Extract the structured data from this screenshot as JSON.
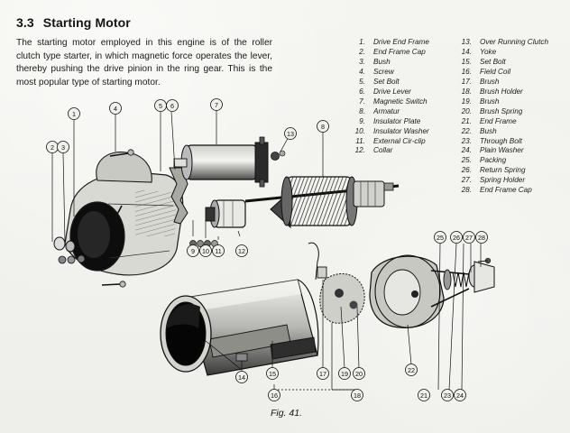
{
  "section": {
    "number": "3.3",
    "title": "Starting Motor"
  },
  "intro": "The starting motor employed in this engine is of the roller clutch type starter, in which magnetic force operates the lever, thereby pushing the drive pinion in the ring gear. This is the most popular type of starting motor.",
  "parts_left": [
    {
      "num": "1.",
      "name": "Drive End Frame"
    },
    {
      "num": "2.",
      "name": "End Frame Cap"
    },
    {
      "num": "3.",
      "name": "Bush"
    },
    {
      "num": "4.",
      "name": "Screw"
    },
    {
      "num": "5.",
      "name": "Set Bolt"
    },
    {
      "num": "6.",
      "name": "Drive Lever"
    },
    {
      "num": "7.",
      "name": "Magnetic Switch"
    },
    {
      "num": "8.",
      "name": "Armatur"
    },
    {
      "num": "9.",
      "name": "Insulator Plate"
    },
    {
      "num": "10.",
      "name": "Insulator Washer"
    },
    {
      "num": "11.",
      "name": "External Cir-clip"
    },
    {
      "num": "12.",
      "name": "Collar"
    }
  ],
  "parts_right": [
    {
      "num": "13.",
      "name": "Over Running Clutch"
    },
    {
      "num": "14.",
      "name": "Yoke"
    },
    {
      "num": "15.",
      "name": "Set Bolt"
    },
    {
      "num": "16.",
      "name": "Field Coil"
    },
    {
      "num": "17.",
      "name": "Brush"
    },
    {
      "num": "18.",
      "name": "Brush Holder"
    },
    {
      "num": "19.",
      "name": "Brush"
    },
    {
      "num": "20.",
      "name": "Brush Spring"
    },
    {
      "num": "21.",
      "name": "End Frame"
    },
    {
      "num": "22.",
      "name": "Bush"
    },
    {
      "num": "23.",
      "name": "Through Bolt"
    },
    {
      "num": "24.",
      "name": "Plain Washer"
    },
    {
      "num": "25.",
      "name": "Packing"
    },
    {
      "num": "26.",
      "name": "Return Spring"
    },
    {
      "num": "27.",
      "name": "Spring Holder"
    },
    {
      "num": "28.",
      "name": "End Frame Cap"
    }
  ],
  "callouts": [
    "1",
    "2",
    "3",
    "4",
    "5",
    "6",
    "7",
    "8",
    "9",
    "10",
    "11",
    "12",
    "13",
    "14",
    "15",
    "16",
    "17",
    "18",
    "19",
    "20",
    "21",
    "22",
    "23",
    "24",
    "25",
    "26",
    "27",
    "28"
  ],
  "caption": "Fig. 41."
}
